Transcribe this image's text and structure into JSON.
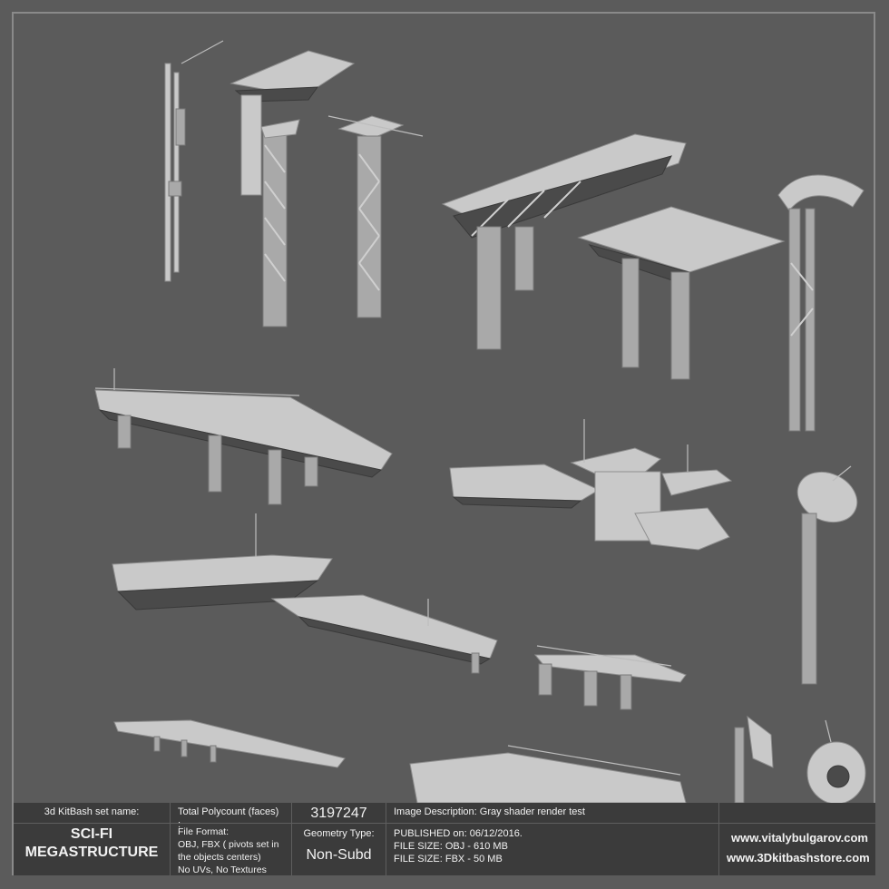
{
  "info": {
    "set_name_label": "3d KitBash set name:",
    "set_name": "SCI-FI\nMEGASTRUCTURE",
    "polycount_label": "Total Polycount (faces) :",
    "polycount_value": "3197247",
    "file_format_label": "File Format:",
    "file_format_value": "OBJ, FBX ( pivots set in the objects centers)",
    "file_format_note": "No UVs, No Textures",
    "geometry_label": "Geometry Type:",
    "geometry_value": "Non-Subd",
    "image_description": "Image Description: Gray shader render test",
    "published": "PUBLISHED on: 06/12/2016.",
    "file_size_obj": "FILE SIZE: OBJ - 610 MB",
    "file_size_fbx": "FILE SIZE: FBX - 50 MB",
    "website_1": "www.vitalybulgarov.com",
    "website_2": "www.3Dkitbashstore.com"
  },
  "colors": {
    "background": "#5b5b5b",
    "info_bar": "#3b3b3b",
    "model_light": "#c9c9c9",
    "model_shadow": "#4a4a4a"
  }
}
